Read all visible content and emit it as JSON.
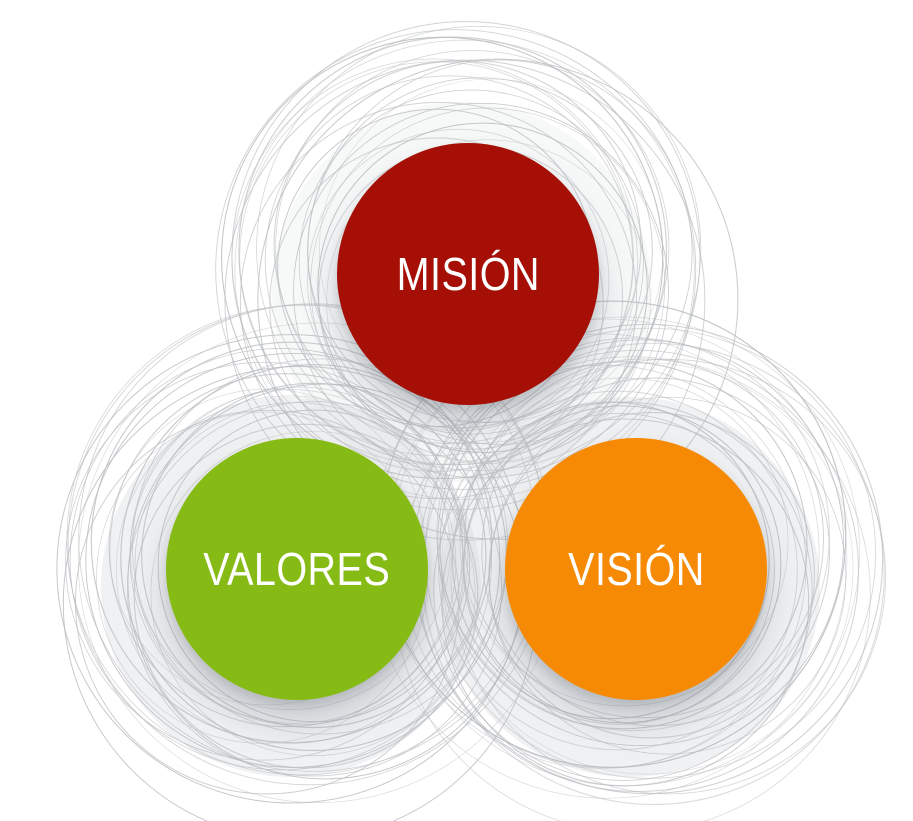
{
  "diagram": {
    "nodes": [
      {
        "id": "mision",
        "label": "MISIÓN",
        "color": "#a50f06"
      },
      {
        "id": "valores",
        "label": "VALORES",
        "color": "#86bb16"
      },
      {
        "id": "vision",
        "label": "VISIÓN",
        "color": "#f78a05"
      }
    ],
    "ring_color": "#b9bcc0",
    "background": "#ffffff"
  }
}
